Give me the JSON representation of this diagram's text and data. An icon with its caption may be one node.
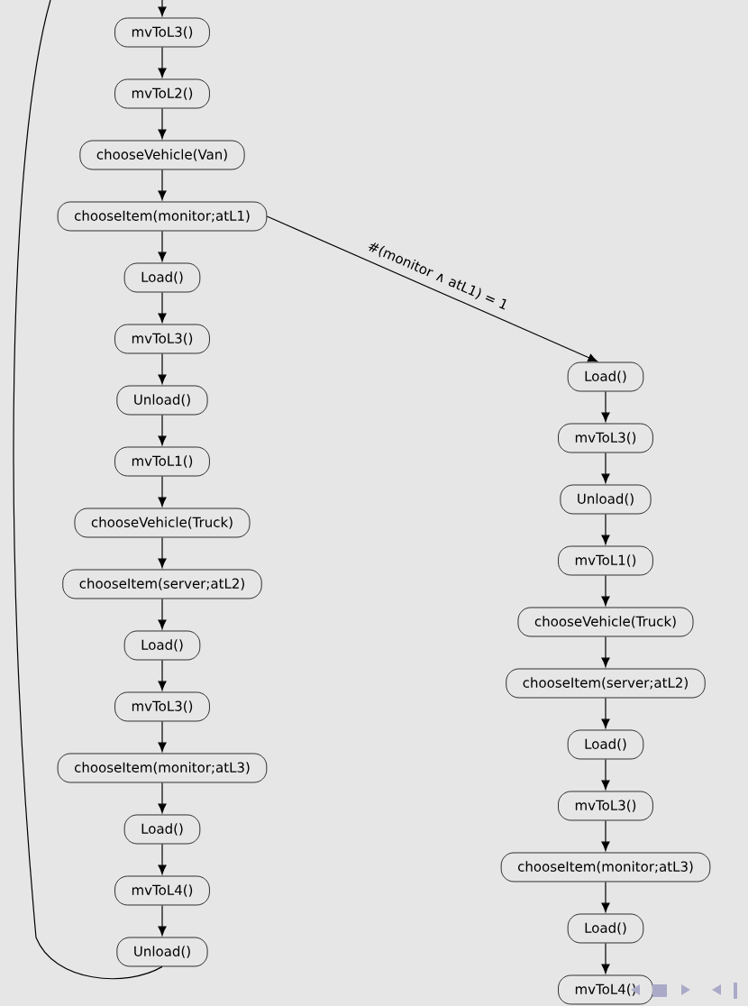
{
  "diagram": {
    "nodes": [
      {
        "text": [
          "mvToL3()"
        ]
      },
      {
        "text": [
          "mvToL2()"
        ]
      },
      {
        "text": [
          "chooseVehicle(Van)"
        ]
      },
      {
        "text": [
          "chooseItem(monitor;atL1)"
        ]
      },
      {
        "text": [
          "Load()"
        ]
      },
      {
        "text": [
          "mvToL3()"
        ]
      },
      {
        "text": [
          "Unload()"
        ]
      },
      {
        "text": [
          "mvToL1()"
        ]
      },
      {
        "text": [
          "chooseVehicle(Truck)"
        ]
      },
      {
        "text": [
          "chooseItem(server;atL2)"
        ]
      },
      {
        "text": [
          "Load()"
        ]
      },
      {
        "text": [
          "mvToL3()"
        ]
      },
      {
        "text": [
          "chooseItem(monitor;atL3)"
        ]
      },
      {
        "text": [
          "Load()"
        ]
      },
      {
        "text": [
          "mvToL4()"
        ]
      },
      {
        "text": [
          "Unload()"
        ]
      },
      {
        "text": [
          "Load()"
        ]
      },
      {
        "text": [
          "mvToL3()"
        ]
      },
      {
        "text": [
          "Unload()"
        ]
      },
      {
        "text": [
          "mvToL1()"
        ]
      },
      {
        "text": [
          "chooseVehicle(Truck)"
        ]
      },
      {
        "text": [
          "chooseItem(server;atL2)"
        ]
      },
      {
        "text": [
          "Load()"
        ]
      },
      {
        "text": [
          "mvToL3()"
        ]
      },
      {
        "text": [
          "chooseItem(monitor;atL3)"
        ]
      },
      {
        "text": [
          "Load()"
        ]
      },
      {
        "text": [
          "mvToL4()"
        ]
      }
    ],
    "edges": [
      {
        "from": null,
        "to": 0,
        "arrow": "to"
      },
      {
        "from": 0,
        "to": 1,
        "arrow": "to"
      },
      {
        "from": 1,
        "to": 2,
        "arrow": "to"
      },
      {
        "from": 2,
        "to": 3,
        "arrow": "to"
      },
      {
        "from": 3,
        "to": 4,
        "arrow": "to"
      },
      {
        "from": 4,
        "to": 5,
        "arrow": "to"
      },
      {
        "from": 5,
        "to": 6,
        "arrow": "to"
      },
      {
        "from": 6,
        "to": 7,
        "arrow": "to"
      },
      {
        "from": 7,
        "to": 8,
        "arrow": "to"
      },
      {
        "from": 8,
        "to": 9,
        "arrow": "to"
      },
      {
        "from": 9,
        "to": 10,
        "arrow": "to"
      },
      {
        "from": 10,
        "to": 11,
        "arrow": "to"
      },
      {
        "from": 11,
        "to": 12,
        "arrow": "to"
      },
      {
        "from": 12,
        "to": 13,
        "arrow": "to"
      },
      {
        "from": 13,
        "to": 14,
        "arrow": "to"
      },
      {
        "from": 14,
        "to": 15,
        "arrow": "to"
      },
      {
        "from": 15,
        "to": null,
        "arrow": "none"
      },
      {
        "from": 3,
        "to": 16,
        "arrow": "to",
        "label": "#(monitor ∧ atL1) = 1"
      },
      {
        "from": 16,
        "to": 17,
        "arrow": "to"
      },
      {
        "from": 17,
        "to": 18,
        "arrow": "to"
      },
      {
        "from": 18,
        "to": 19,
        "arrow": "to"
      },
      {
        "from": 19,
        "to": 20,
        "arrow": "to"
      },
      {
        "from": 20,
        "to": 21,
        "arrow": "to"
      },
      {
        "from": 21,
        "to": 22,
        "arrow": "to"
      },
      {
        "from": 22,
        "to": 23,
        "arrow": "to"
      },
      {
        "from": 23,
        "to": 24,
        "arrow": "to"
      },
      {
        "from": 24,
        "to": 25,
        "arrow": "to"
      },
      {
        "from": 25,
        "to": 26,
        "arrow": "to"
      }
    ]
  }
}
